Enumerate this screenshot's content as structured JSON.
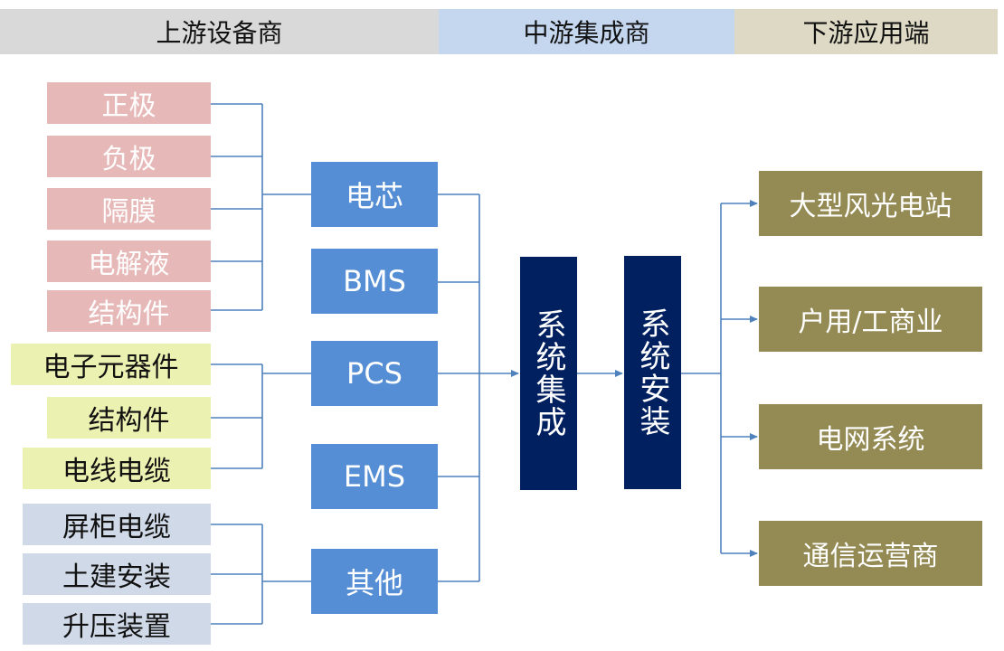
{
  "header": {
    "upstream": "上游设备商",
    "midstream": "中游集成商",
    "downstream": "下游应用端"
  },
  "upstream": {
    "cell_materials": [
      "正极",
      "负极",
      "隔膜",
      "电解液",
      "结构件"
    ],
    "pcs_materials": [
      "电子元器件",
      "结构件",
      "电线电缆"
    ],
    "other_materials": [
      "屏柜电缆",
      "土建安装",
      "升压装置"
    ]
  },
  "components": [
    "电芯",
    "BMS",
    "PCS",
    "EMS",
    "其他"
  ],
  "integration": {
    "system_integration": "系统集成",
    "system_installation": "系统安装"
  },
  "applications": [
    "大型风光电站",
    "户用/工商业",
    "电网系统",
    "通信运营商"
  ],
  "colors": {
    "connector": "#4f81bd",
    "upstream_band": "#d9d9d9",
    "midstream_band": "#c5d7ef",
    "downstream_band": "#ddd9c4",
    "cell_material_box": "#e6b8b7",
    "pcs_material_box": "#ebf1b0",
    "other_material_box": "#d0d9e7",
    "component_box": "#558ed5",
    "integration_box": "#002060",
    "application_box": "#948a54"
  }
}
